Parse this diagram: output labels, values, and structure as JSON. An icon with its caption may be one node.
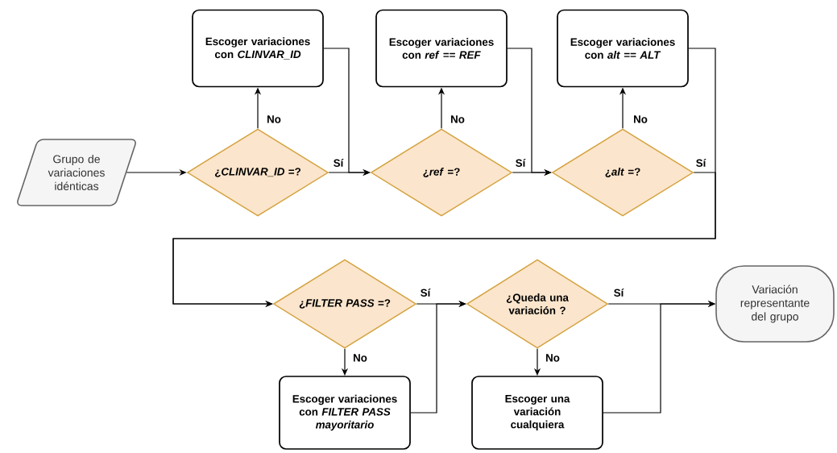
{
  "diagram": {
    "nodes": [
      {
        "text": [
          "Grupo de variaciones idénticas"
        ]
      },
      {
        "text": [
          "¿*CLINVAR_ID* =?"
        ]
      },
      {
        "text": [
          "Escoger variaciones con *CLINVAR_ID*"
        ]
      },
      {
        "text": [
          "¿*ref* =?"
        ]
      },
      {
        "text": [
          "Escoger variaciones con *ref* == *REF*"
        ]
      },
      {
        "text": [
          "¿*alt* =?"
        ]
      },
      {
        "text": [
          "Escoger variaciones con *alt* == *ALT*"
        ]
      },
      {
        "text": [
          "¿*FILTER PASS* =?"
        ]
      },
      {
        "text": [
          "Escoger variaciones con *FILTER PASS mayoritario*"
        ]
      },
      {
        "text": [
          "¿Queda una variación ?"
        ]
      },
      {
        "text": [
          "Escoger una variación cualquiera"
        ]
      },
      {
        "text": [
          "Variación representante del grupo"
        ]
      }
    ],
    "edges": [
      {
        "from": 0,
        "to": 1,
        "arrow": "to"
      },
      {
        "from": 1,
        "to": 2,
        "arrow": "to",
        "label": "No"
      },
      {
        "from": 1,
        "to": 3,
        "arrow": "to",
        "label": "Sí"
      },
      {
        "from": 2,
        "to": 3,
        "arrow": "to"
      },
      {
        "from": 3,
        "to": 4,
        "arrow": "to",
        "label": "No"
      },
      {
        "from": 3,
        "to": 5,
        "arrow": "to",
        "label": "Sí"
      },
      {
        "from": 4,
        "to": 5,
        "arrow": "to"
      },
      {
        "from": 5,
        "to": 6,
        "arrow": "to",
        "label": "No"
      },
      {
        "from": 5,
        "to": 7,
        "arrow": "to",
        "label": "Sí"
      },
      {
        "from": 6,
        "to": 7,
        "arrow": "to"
      },
      {
        "from": 7,
        "to": 8,
        "arrow": "to",
        "label": "No"
      },
      {
        "from": 7,
        "to": 9,
        "arrow": "to",
        "label": "Sí"
      },
      {
        "from": 8,
        "to": 9,
        "arrow": "to"
      },
      {
        "from": 9,
        "to": 10,
        "arrow": "to",
        "label": "No"
      },
      {
        "from": 9,
        "to": 11,
        "arrow": "to",
        "label": "Sí"
      },
      {
        "from": 10,
        "to": 11,
        "arrow": "to"
      }
    ]
  }
}
